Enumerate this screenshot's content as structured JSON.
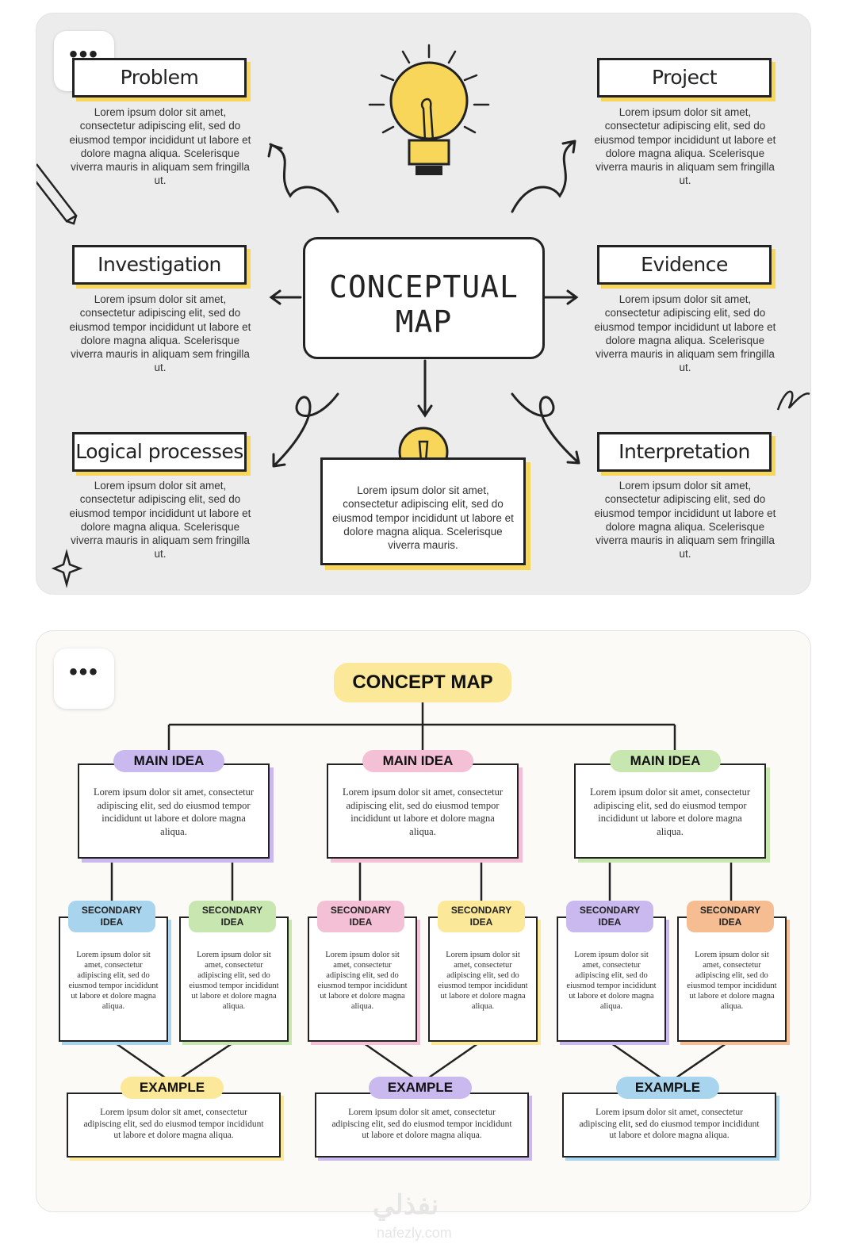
{
  "card1": {
    "more": "•••",
    "center": {
      "title_line1": "CONCEPTUAL",
      "title_line2": "MAP"
    },
    "topics": [
      {
        "title": "Problem",
        "text": "Lorem ipsum dolor sit amet, consectetur adipiscing elit, sed do eiusmod tempor incididunt ut labore et dolore magna aliqua. Scelerisque viverra mauris in aliquam sem fringilla ut."
      },
      {
        "title": "Project",
        "text": "Lorem ipsum dolor sit amet, consectetur adipiscing elit, sed do eiusmod tempor incididunt ut labore et dolore magna aliqua. Scelerisque viverra mauris in aliquam sem fringilla ut."
      },
      {
        "title": "Investigation",
        "text": "Lorem ipsum dolor sit amet, consectetur adipiscing elit, sed do eiusmod tempor incididunt ut labore et dolore magna aliqua. Scelerisque viverra mauris in aliquam sem fringilla ut."
      },
      {
        "title": "Evidence",
        "text": "Lorem ipsum dolor sit amet, consectetur adipiscing elit, sed do eiusmod tempor incididunt ut labore et dolore magna aliqua. Scelerisque viverra mauris in aliquam sem fringilla ut."
      },
      {
        "title": "Logical processes",
        "text": "Lorem ipsum dolor sit amet, consectetur adipiscing elit, sed do eiusmod tempor incididunt ut labore et dolore magna aliqua. Scelerisque viverra mauris in aliquam sem fringilla ut."
      },
      {
        "title": "Interpretation",
        "text": "Lorem ipsum dolor sit amet, consectetur adipiscing elit, sed do eiusmod tempor incididunt ut labore et dolore magna aliqua. Scelerisque viverra mauris in aliquam sem fringilla ut."
      }
    ],
    "bottom_text": "Lorem ipsum dolor sit amet, consectetur adipiscing elit, sed do eiusmod tempor incididunt ut labore et dolore magna aliqua. Scelerisque viverra mauris.",
    "accent_color": "#f7d65a"
  },
  "card2": {
    "more": "•••",
    "title": "CONCEPT MAP",
    "main_label": "MAIN IDEA",
    "main_text": "Lorem ipsum dolor sit amet, consectetur adipiscing elit, sed do eiusmod tempor incididunt ut labore et dolore magna aliqua.",
    "secondary_label_1": "SECONDARY",
    "secondary_label_2": "IDEA",
    "secondary_text": "Lorem ipsum dolor sit amet, consectetur adipiscing elit, sed do eiusmod tempor incididunt ut labore et dolore magna aliqua.",
    "example_label": "EXAMPLE",
    "example_text": "Lorem ipsum dolor sit amet, consectetur adipiscing elit, sed do eiusmod tempor incididunt ut labore et dolore magna aliqua.",
    "main_colors": [
      "#c9b9ef",
      "#f3c0d6",
      "#c8e6b0"
    ],
    "secondary_colors": [
      "#a8d4ee",
      "#c8e6b0",
      "#f3c0d6",
      "#fbe898",
      "#c9b9ef",
      "#f6bd93"
    ],
    "example_colors": [
      "#fbe898",
      "#c9b9ef",
      "#a8d4ee"
    ]
  },
  "watermark": {
    "arabic": "نفذلي",
    "latin": "nafezly.com"
  }
}
